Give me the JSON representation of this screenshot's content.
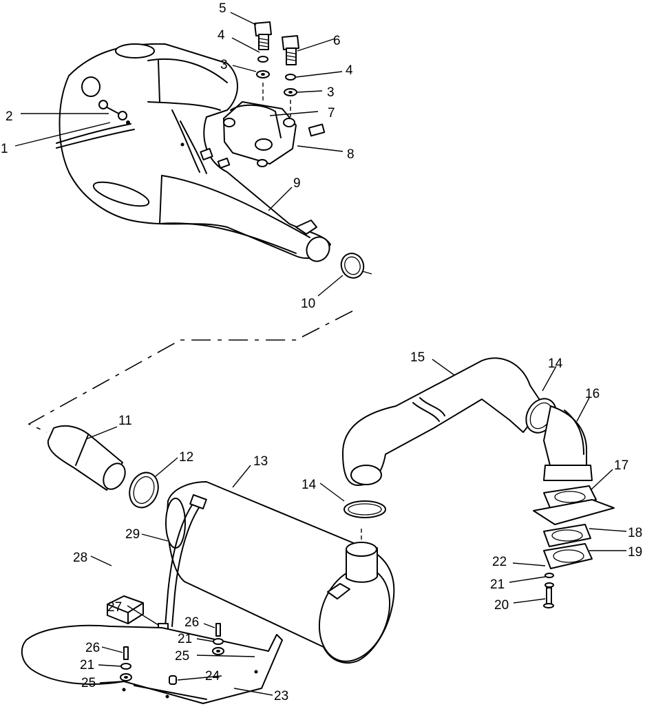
{
  "callouts": {
    "c1": "1",
    "c2": "2",
    "c3a": "3",
    "c3b": "3",
    "c4a": "4",
    "c4b": "4",
    "c5": "5",
    "c6": "6",
    "c7": "7",
    "c8": "8",
    "c9": "9",
    "c10": "10",
    "c11": "11",
    "c12": "12",
    "c13": "13",
    "c14a": "14",
    "c14b": "14",
    "c15": "15",
    "c16": "16",
    "c17": "17",
    "c18": "18",
    "c19": "19",
    "c20": "20",
    "c21a": "21",
    "c21b": "21",
    "c21c": "21",
    "c22": "22",
    "c23": "23",
    "c24": "24",
    "c25a": "25",
    "c25b": "25",
    "c26a": "26",
    "c26b": "26",
    "c27": "27",
    "c28": "28",
    "c29": "29"
  }
}
